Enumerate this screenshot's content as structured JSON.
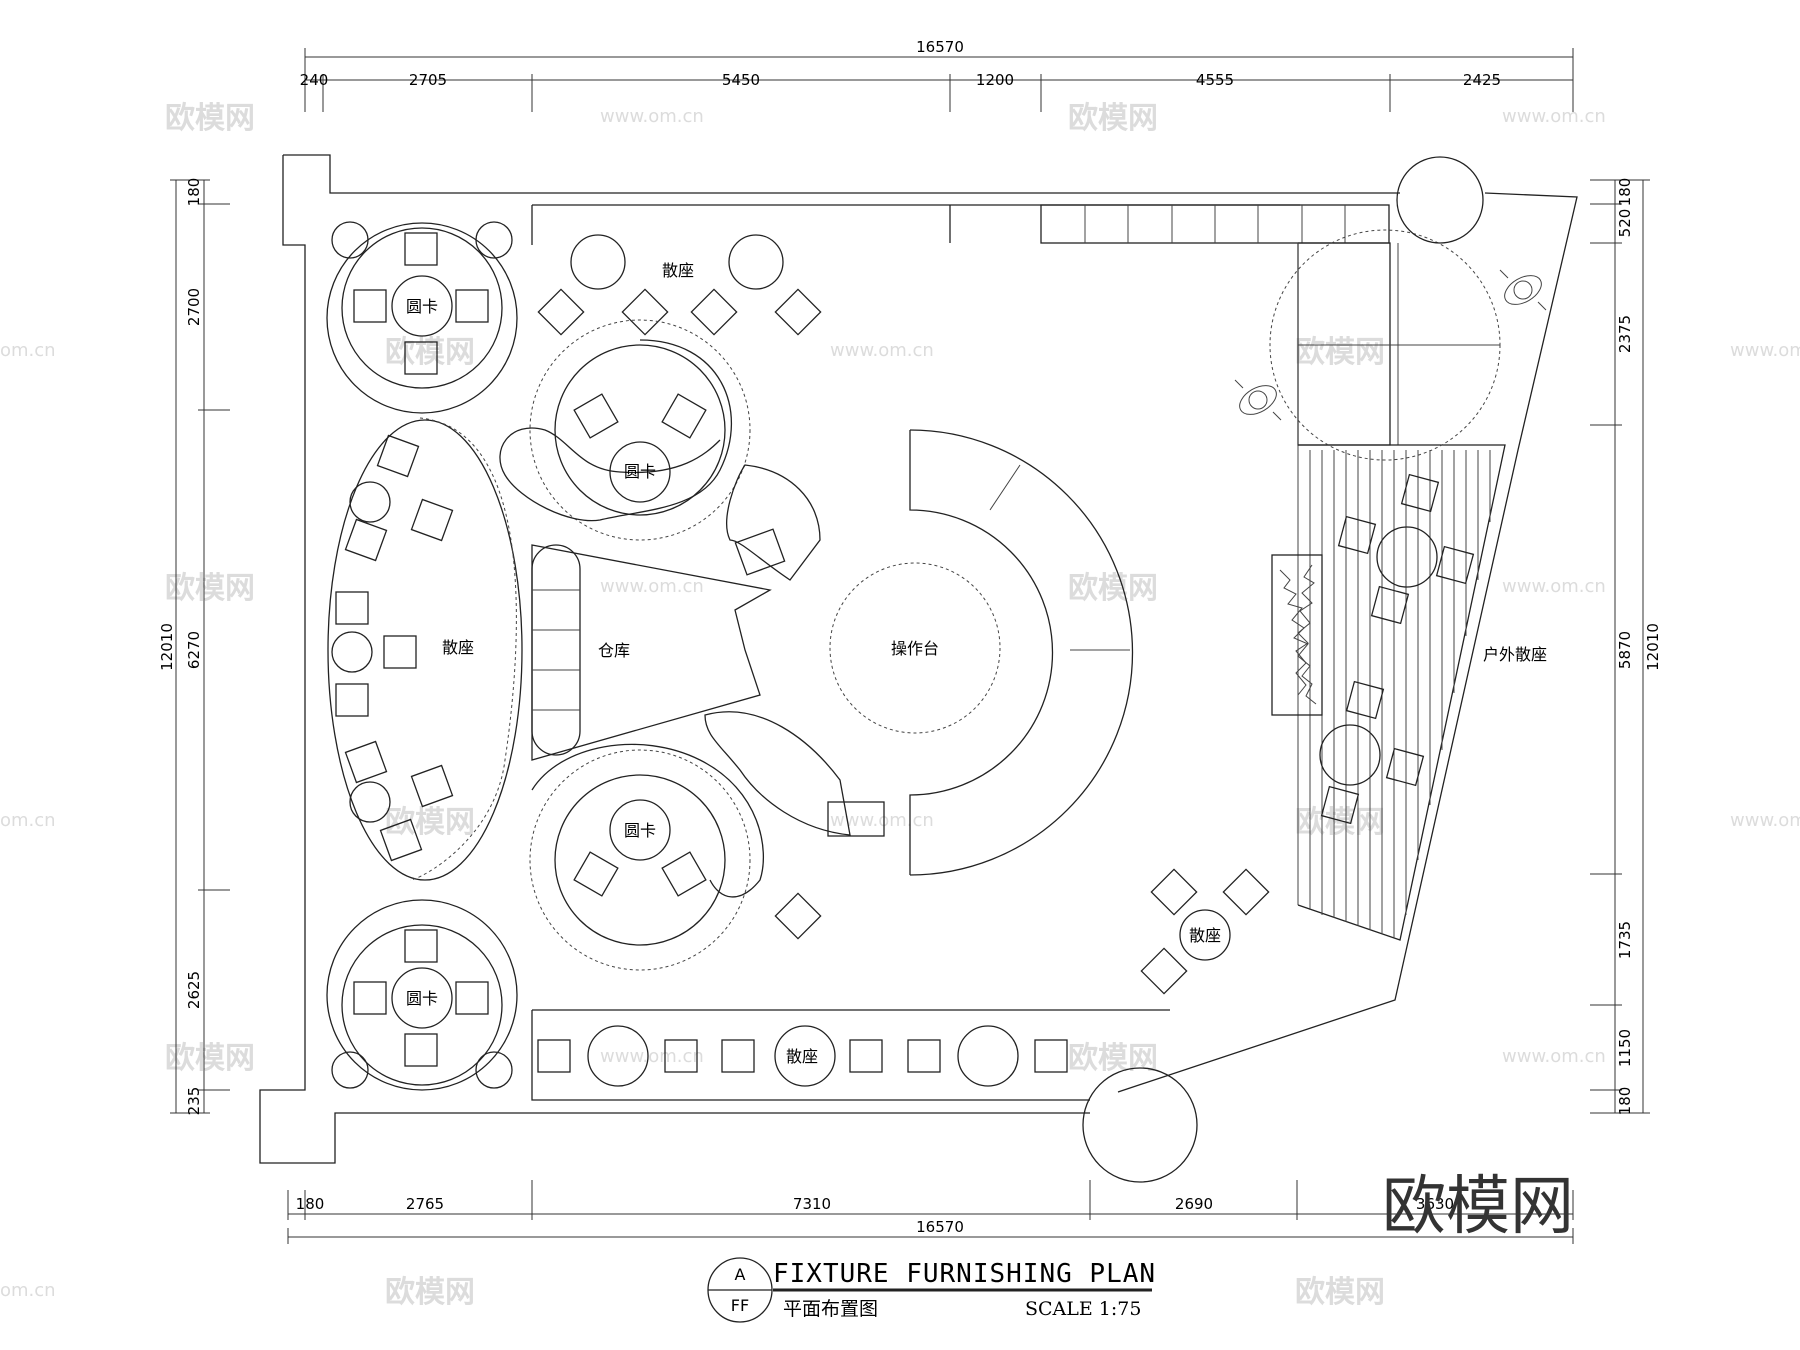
{
  "dimensions": {
    "top_total": "16570",
    "top_segments": [
      "240",
      "2705",
      "5450",
      "1200",
      "4555",
      "2425"
    ],
    "bottom_total": "16570",
    "bottom_segments": [
      "180",
      "2765",
      "7310",
      "2690",
      "3630"
    ],
    "left_total": "12010",
    "left_segments": [
      "180",
      "2700",
      "6270",
      "2625",
      "235"
    ],
    "right_total": "12010",
    "right_segments": [
      "180",
      "520",
      "2375",
      "5870",
      "1735",
      "1150",
      "180"
    ]
  },
  "rooms": {
    "booth_top_left": "圆卡",
    "booth_upper_mid": "圆卡",
    "booth_lower_mid": "圆卡",
    "booth_bottom_left": "圆卡",
    "seating_top": "散座",
    "seating_left": "散座",
    "seating_bottom": "散座",
    "seating_right": "散座",
    "storage": "仓库",
    "bar_counter": "操作台",
    "outdoor_seating": "户外散座"
  },
  "watermark": {
    "text": "欧模网",
    "url": "www.om.cn",
    "partial_url": "om.cn"
  },
  "brand_logo": "欧模网",
  "title_block": {
    "symbol_top": "A",
    "symbol_bottom": "FF",
    "title_en": "FIXTURE FURNISHING PLAN",
    "title_cn": "平面布置图",
    "scale": "SCALE 1:75"
  }
}
